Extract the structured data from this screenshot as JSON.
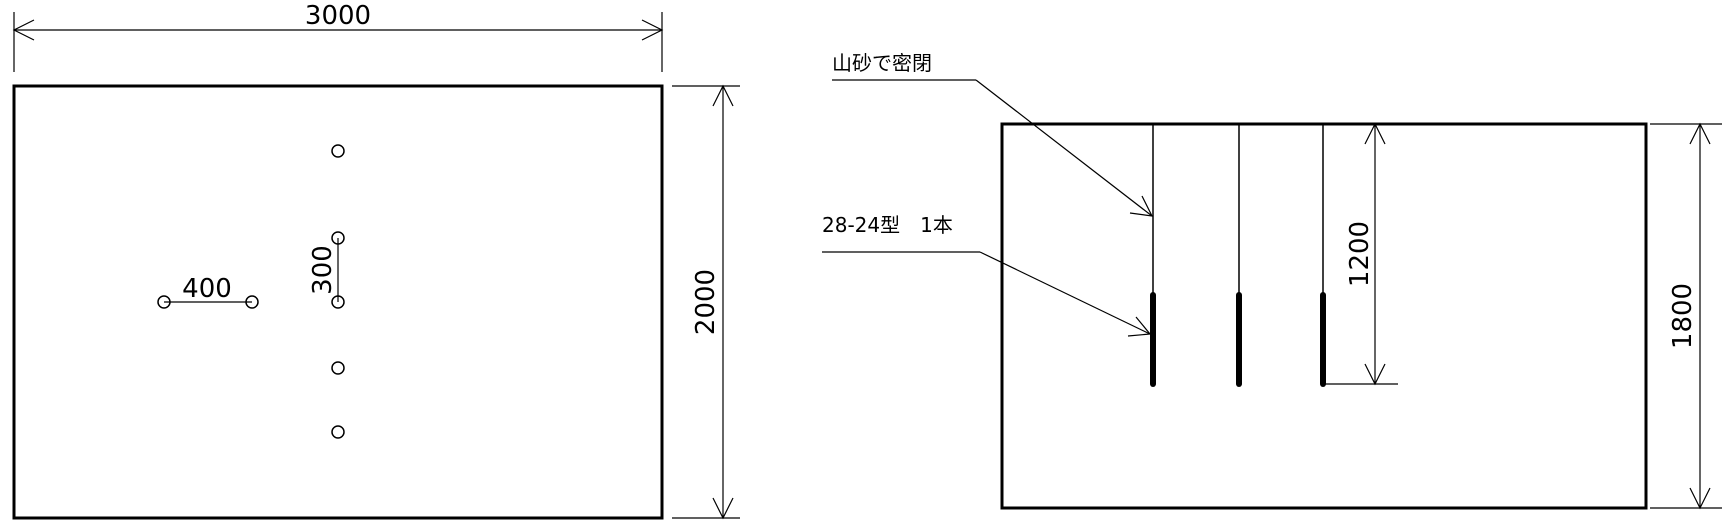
{
  "plan_view": {
    "width_dim": "3000",
    "height_dim": "2000",
    "hole_spacing_h": "400",
    "hole_spacing_v": "300"
  },
  "section_view": {
    "label_seal": "山砂で密閉",
    "label_pipe": "28-24型　1本",
    "depth_dim": "1200",
    "height_dim": "1800"
  },
  "colors": {
    "line": "#000000",
    "background": "#ffffff"
  }
}
